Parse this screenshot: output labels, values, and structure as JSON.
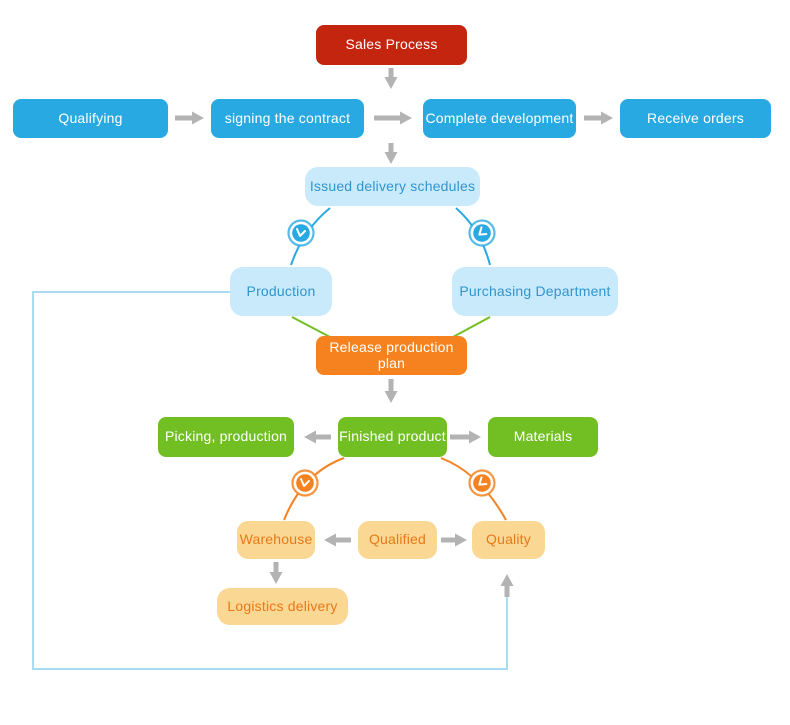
{
  "diagram": {
    "type": "flowchart",
    "title": "Sales Process"
  },
  "nodes": {
    "sales_process": "Sales Process",
    "qualifying": "Qualifying",
    "signing_contract": "signing the contract",
    "complete_development": "Complete development",
    "receive_orders": "Receive orders",
    "issued_delivery": "Issued delivery schedules",
    "production": "Production",
    "purchasing": "Purchasing Department",
    "release_plan": "Release production plan",
    "picking": "Picking, production",
    "finished_product": "Finished product",
    "materials": "Materials",
    "warehouse": "Warehouse",
    "qualified": "Qualified",
    "quality": "Quality",
    "logistics": "Logistics delivery"
  },
  "icons": [
    {
      "name": "clock-icon",
      "color": "#29a9e1",
      "count": 2
    },
    {
      "name": "clock-icon",
      "color": "#f5821f",
      "count": 2
    }
  ],
  "edges": [
    {
      "from": "sales_process",
      "to": "top_row",
      "connector": "gray-arrow-down"
    },
    {
      "from": "qualifying",
      "to": "signing_contract",
      "connector": "gray-arrow-right"
    },
    {
      "from": "signing_contract",
      "to": "complete_development",
      "connector": "gray-arrow-right"
    },
    {
      "from": "complete_development",
      "to": "receive_orders",
      "connector": "gray-arrow-right"
    },
    {
      "from": "top_row",
      "to": "issued_delivery",
      "connector": "gray-arrow-down"
    },
    {
      "from": "issued_delivery",
      "to": "production",
      "connector": "blue-line-with-clock"
    },
    {
      "from": "issued_delivery",
      "to": "purchasing",
      "connector": "blue-line-with-clock"
    },
    {
      "from": "production",
      "to": "release_plan",
      "connector": "green-line"
    },
    {
      "from": "purchasing",
      "to": "release_plan",
      "connector": "green-line"
    },
    {
      "from": "release_plan",
      "to": "finished_product",
      "connector": "gray-arrow-down"
    },
    {
      "from": "finished_product",
      "to": "picking",
      "connector": "gray-arrow-left"
    },
    {
      "from": "finished_product",
      "to": "materials",
      "connector": "gray-arrow-right"
    },
    {
      "from": "finished_product",
      "to": "warehouse",
      "connector": "orange-arc-with-clock"
    },
    {
      "from": "finished_product",
      "to": "quality",
      "connector": "orange-arc-with-clock"
    },
    {
      "from": "qualified",
      "to": "warehouse",
      "connector": "gray-arrow-left"
    },
    {
      "from": "qualified",
      "to": "quality",
      "connector": "gray-arrow-right"
    },
    {
      "from": "warehouse",
      "to": "logistics",
      "connector": "gray-arrow-down"
    },
    {
      "from": "production",
      "to": "quality",
      "connector": "light-blue-feedback-loop"
    }
  ],
  "colors": {
    "red": "#c3250e",
    "blue": "#29a9e1",
    "light_blue_fill": "#c8eafb",
    "light_blue_text": "#3095cf",
    "orange": "#f5821f",
    "green": "#72bf23",
    "tan_fill": "#fbd794",
    "tan_text": "#e87916",
    "arrow_gray": "#b3b3b3",
    "feedback_line": "#a9dcf2",
    "background": "#ffffff"
  }
}
